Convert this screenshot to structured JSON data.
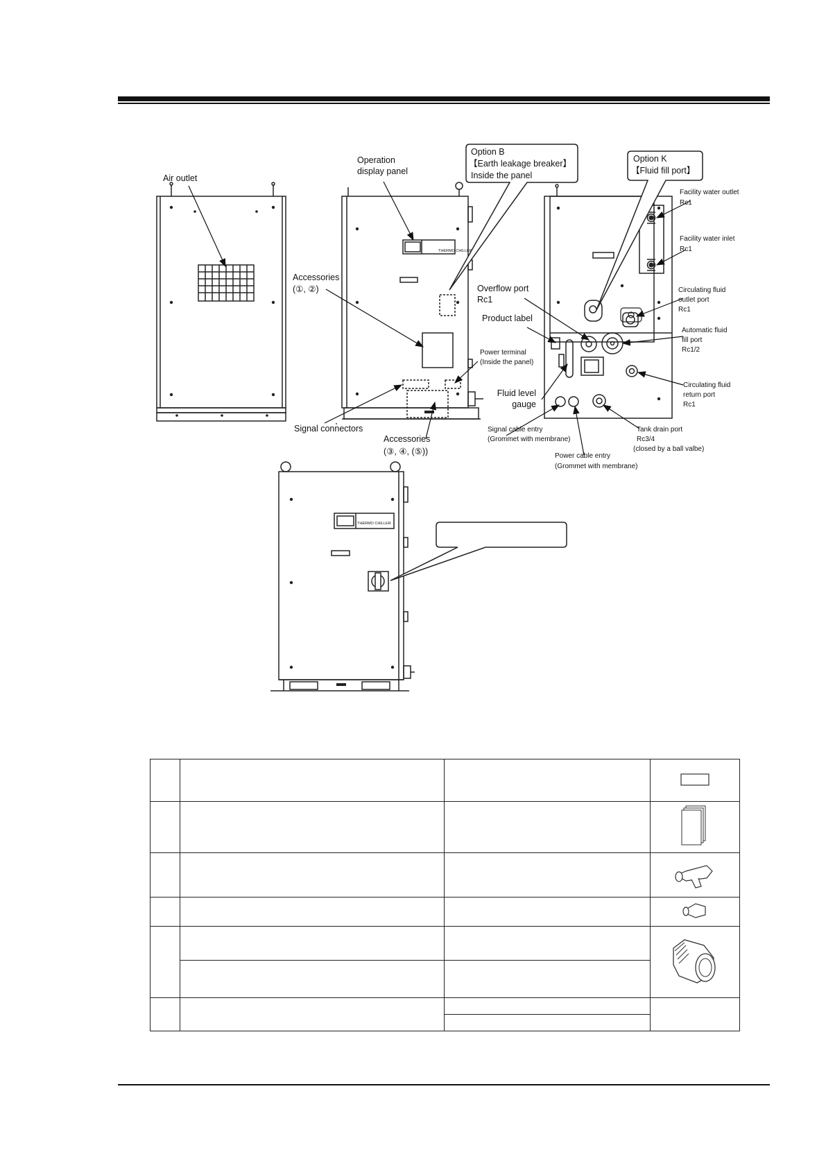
{
  "figure": {
    "labels": {
      "air_outlet": "Air outlet",
      "operation_panel_1": "Operation",
      "operation_panel_2": "display panel",
      "accessories_12_1": "Accessories",
      "accessories_12_2": "(①, ②)",
      "signal_connectors": "Signal connectors",
      "accessories_345_1": "Accessories",
      "accessories_345_2": "(③, ④, (⑤))",
      "power_terminal_1": "Power terminal",
      "power_terminal_2": "(Inside the panel)",
      "overflow_port_1": "Overflow port",
      "overflow_port_2": "Rc1",
      "product_label": "Product label",
      "fluid_level_gauge_1": "Fluid level",
      "fluid_level_gauge_2": "gauge",
      "signal_cable_entry_1": "Signal cable entry",
      "signal_cable_entry_2": "(Grommet with membrane)",
      "power_cable_entry_1": "Power cable entry",
      "power_cable_entry_2": "(Grommet with membrane)",
      "tank_drain_port_1": "Tank drain port",
      "tank_drain_port_2": "Rc3/4",
      "tank_drain_port_3": "(closed by a ball valbe)",
      "facility_water_outlet_1": "Facility water outlet",
      "facility_water_outlet_2": "Rc1",
      "facility_water_inlet_1": "Facility water inlet",
      "facility_water_inlet_2": "Rc1",
      "circ_outlet_1": "Circulating fluid",
      "circ_outlet_2": "outlet port",
      "circ_outlet_3": "Rc1",
      "auto_fill_1": "Automatic fluid",
      "auto_fill_2": "fill port",
      "auto_fill_3": "Rc1/2",
      "circ_return_1": "Circulating fluid",
      "circ_return_2": "return port",
      "circ_return_3": "Rc1",
      "panel_text": "THERMO CHILLER"
    },
    "callouts": {
      "option_b_1": "Option B",
      "option_b_2": "【Earth leakage breaker】",
      "option_b_3": "Inside the panel",
      "option_k_1": "Option K",
      "option_k_2": "【Fluid fill port】"
    }
  }
}
